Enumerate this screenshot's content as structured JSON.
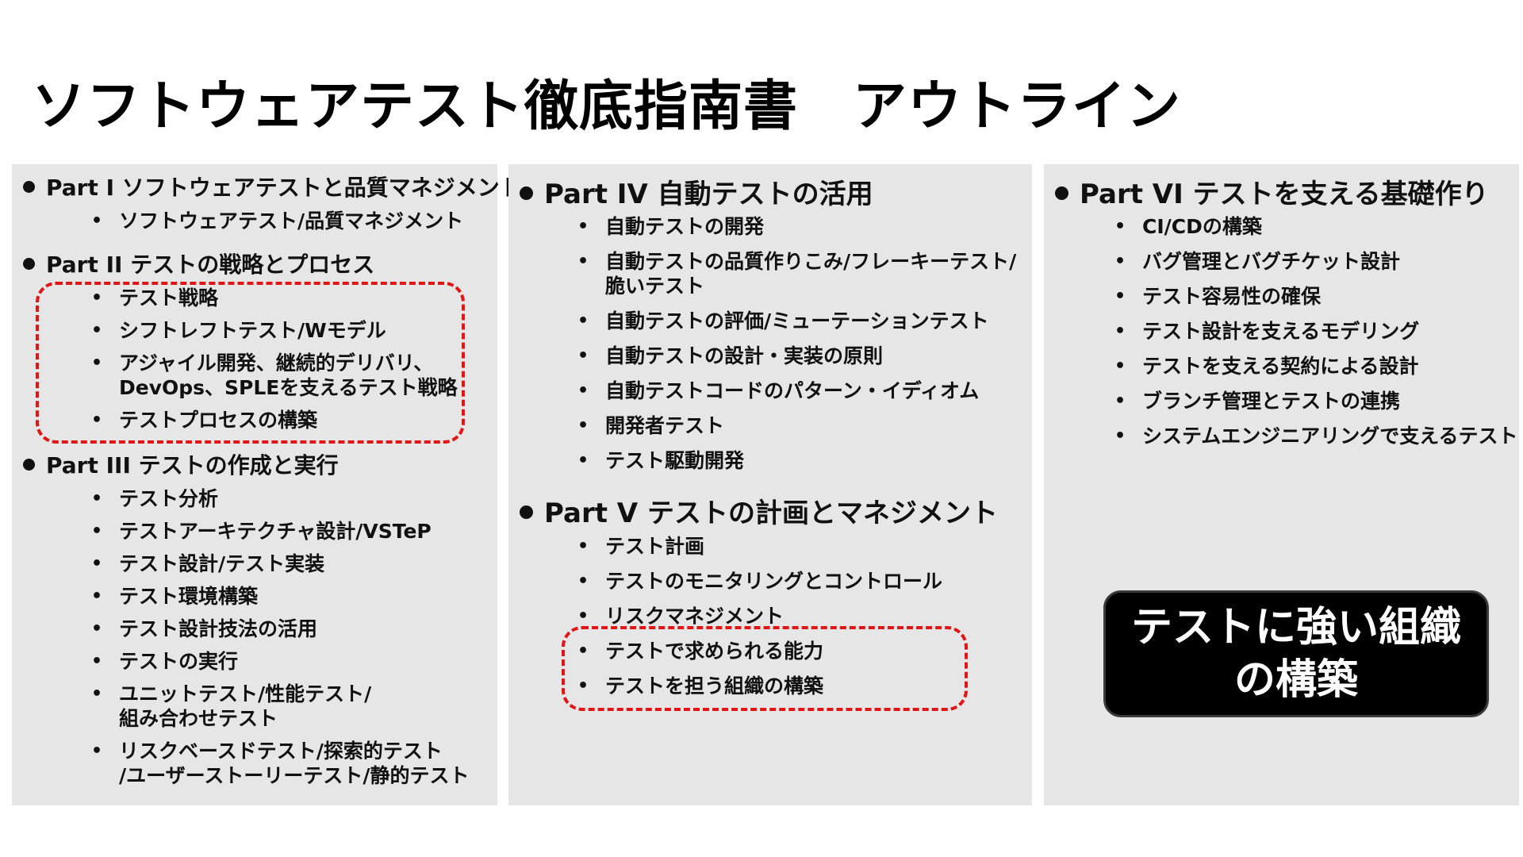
{
  "title": "ソフトウェアテスト徹底指南書　アウトライン",
  "columns": {
    "col1": {
      "parts": [
        {
          "heading": "Part I ソフトウェアテストと品質マネジメント",
          "items": [
            "ソフトウェアテスト/品質マネジメント"
          ]
        },
        {
          "heading": "Part II テストの戦略とプロセス",
          "items": [
            "テスト戦略",
            "シフトレフトテスト/Wモデル",
            "アジャイル開発、継続的デリバリ、\nDevOps、SPLEを支えるテスト戦略",
            "テストプロセスの構築"
          ]
        },
        {
          "heading": "Part III テストの作成と実行",
          "items": [
            "テスト分析",
            "テストアーキテクチャ設計/VSTeP",
            "テスト設計/テスト実装",
            "テスト環境構築",
            "テスト設計技法の活用",
            "テストの実行",
            "ユニットテスト/性能テスト/\n組み合わせテスト",
            "リスクベースドテスト/探索的テスト\n/ユーザーストーリーテスト/静的テスト"
          ]
        }
      ]
    },
    "col2": {
      "parts": [
        {
          "heading": "Part IV 自動テストの活用",
          "items": [
            "自動テストの開発",
            "自動テストの品質作りこみ/フレーキーテスト/\n脆いテスト",
            "自動テストの評価/ミューテーションテスト",
            "自動テストの設計・実装の原則",
            "自動テストコードのパターン・イディオム",
            "開発者テスト",
            "テスト駆動開発"
          ]
        },
        {
          "heading": "Part V テストの計画とマネジメント",
          "items": [
            "テスト計画",
            "テストのモニタリングとコントロール",
            "リスクマネジメント",
            "テストで求められる能力",
            "テストを担う組織の構築"
          ]
        }
      ]
    },
    "col3": {
      "parts": [
        {
          "heading": "Part VI テストを支える基礎作り",
          "items": [
            "CI/CDの構築",
            "バグ管理とバグチケット設計",
            "テスト容易性の確保",
            "テスト設計を支えるモデリング",
            "テストを支える契約による設計",
            "ブランチ管理とテストの連携",
            "システムエンジニアリングで支えるテスト"
          ]
        }
      ],
      "callout": "テストに強い組織\nの構築"
    }
  },
  "colors": {
    "panel": "#e6e6e6",
    "highlight_border": "#e01515",
    "callout_bg": "#000000",
    "callout_text": "#ffffff"
  }
}
